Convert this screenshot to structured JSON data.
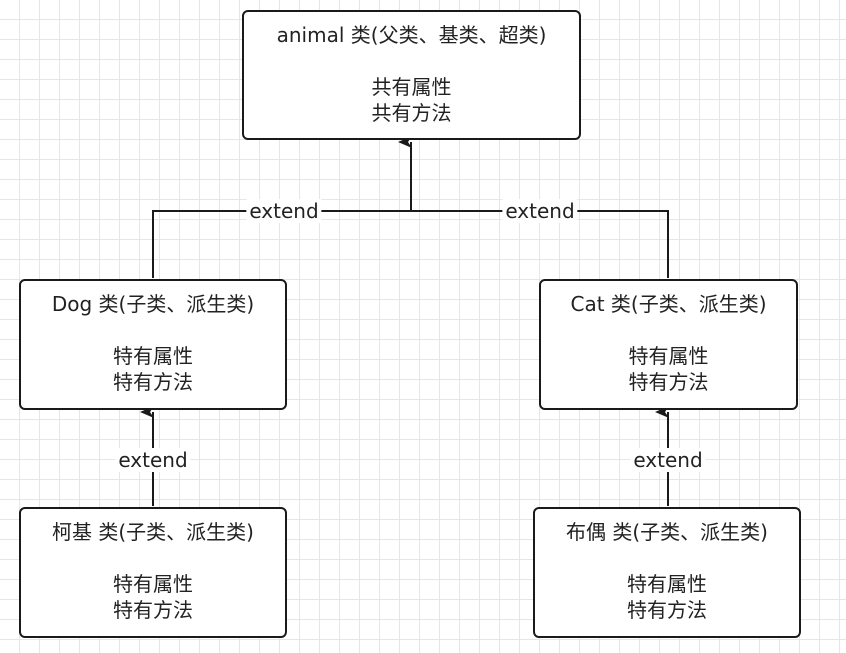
{
  "nodes": {
    "animal": {
      "title": "animal 类(父类、基类、超类)",
      "line1": "共有属性",
      "line2": "共有方法"
    },
    "dog": {
      "title": "Dog 类(子类、派生类)",
      "line1": "特有属性",
      "line2": "特有方法"
    },
    "cat": {
      "title": "Cat 类(子类、派生类)",
      "line1": "特有属性",
      "line2": "特有方法"
    },
    "keji": {
      "title": "柯基 类(子类、派生类)",
      "line1": "特有属性",
      "line2": "特有方法"
    },
    "ouzhou": {
      "title": "布偶 类(子类、派生类)",
      "line1": "特有属性",
      "line2": "特有方法"
    }
  },
  "edges": [
    {
      "from": "dog",
      "to": "animal",
      "label": "extend"
    },
    {
      "from": "cat",
      "to": "animal",
      "label": "extend"
    },
    {
      "from": "keji",
      "to": "dog",
      "label": "extend"
    },
    {
      "from": "ouzhou",
      "to": "cat",
      "label": "extend"
    }
  ],
  "colors": {
    "stroke": "#1a1a1a",
    "text": "#222222",
    "grid": "#e6e6e6"
  }
}
